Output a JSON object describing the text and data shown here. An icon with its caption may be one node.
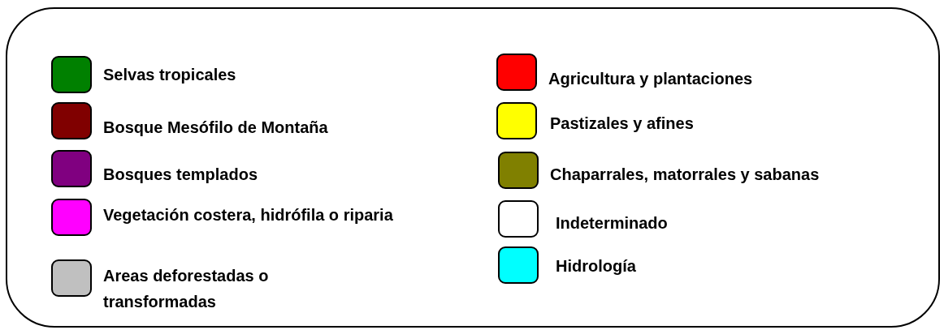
{
  "diagram": {
    "legend": [
      {
        "text": "Selvas tropicales",
        "color": "#008000"
      },
      {
        "text": "Bosque Mesófilo de Montaña",
        "color": "#800000"
      },
      {
        "text": "Bosques templados",
        "color": "#800080"
      },
      {
        "text": "Vegetación costera, hidrófila o riparia",
        "color": "#ff00ff"
      },
      {
        "text": "Areas deforestadas o transformadas",
        "color": "#c0c0c0"
      },
      {
        "text": "Agricultura y plantaciones",
        "color": "#ff0000"
      },
      {
        "text": "Pastizales y afines",
        "color": "#ffff00"
      },
      {
        "text": "Chaparrales, matorrales y sabanas",
        "color": "#808000"
      },
      {
        "text": "Indeterminado",
        "color": "#ffffff"
      },
      {
        "text": "Hidrología",
        "color": "#00ffff"
      }
    ]
  }
}
